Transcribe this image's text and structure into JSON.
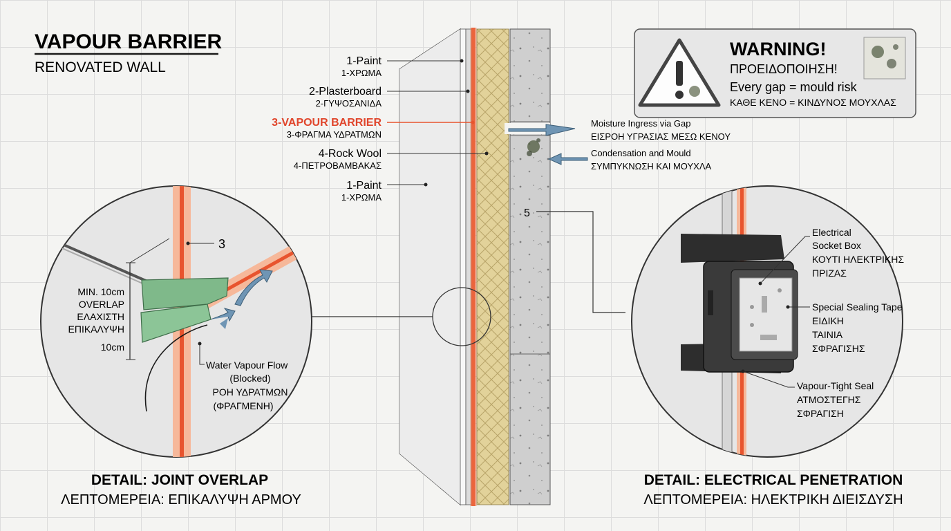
{
  "header": {
    "title": "VAPOUR BARRIER",
    "subtitle": "RENOVATED WALL"
  },
  "layers": [
    {
      "en": "1-Paint",
      "gr": "1-ΧΡΩΜΑ"
    },
    {
      "en": "2-Plasterboard",
      "gr": "2-ΓΥΨΟΣΑΝΙΔΑ"
    },
    {
      "en": "3-VAPOUR BARRIER",
      "gr": "3-ΦΡΑΓΜΑ ΥΔΡΑΤΜΩΝ"
    },
    {
      "en": "4-Rock Wool",
      "gr": "4-ΠΕΤΡΟΒΑΜΒΑΚΑΣ"
    },
    {
      "en": "1-Paint",
      "gr": "1-ΧΡΩΜΑ"
    }
  ],
  "callouts": {
    "ingress_en": "Moisture Ingress via Gap",
    "ingress_gr": "ΕΙΣΡΟΗ ΥΓΡΑΣΙΑΣ ΜΕΣΩ ΚΕΝΟΥ",
    "condensation_en": "Condensation and Mould",
    "condensation_gr": "ΣΥΜΠΥΚΝΩΣΗ ΚΑΙ ΜΟΥΧΛΑ",
    "marker5": "5"
  },
  "warning": {
    "title": "WARNING!",
    "title_gr": "ΠΡΟΕΙΔΟΠΟΙΗΣΗ!",
    "line_en": "Every gap = mould risk",
    "line_gr": "ΚΑΘΕ ΚΕΝΟ = ΚΙΝΔΥΝΟΣ ΜΟΥΧΛΑΣ"
  },
  "detail_left": {
    "marker3": "3",
    "overlap": [
      "MIN. 10cm",
      "OVERLAP",
      "ΕΛΑΧΙΣΤΗ",
      "ΕΠΙΚΑΛΥΨΗ",
      "10cm"
    ],
    "flow": [
      "Water Vapour Flow",
      "(Blocked)",
      "ΡΟΗ ΥΔΡΑΤΜΩΝ",
      "(ΦΡΑΓΜΕΝΗ)"
    ],
    "caption": "DETAIL: JOINT OVERLAP",
    "caption_gr": "ΛΕΠΤΟΜΕΡΕΙΑ: ΕΠΙΚΑΛΥΨΗ ΑΡΜΟΥ"
  },
  "detail_right": {
    "socket": [
      "Electrical",
      "Socket Box",
      "ΚΟΥΤΙ ΗΛΕΚΤΡΙΚΗΣ",
      "ΠΡΙΖΑΣ"
    ],
    "tape": [
      "Special Sealing Tape",
      "ΕΙΔΙΚΗ",
      "ΤΑΙΝΙΑ",
      "ΣΦΡΑΓΙΣΗΣ"
    ],
    "seal": [
      "Vapour-Tight Seal",
      "ΑΤΜΟΣΤΕΓΗΣ",
      "ΣΦΡΑΓΙΣΗ"
    ],
    "caption": "DETAIL: ELECTRICAL PENETRATION",
    "caption_gr": "ΛΕΠΤΟΜΕΡΕΙΑ: ΗΛΕΚΤΡΙΚΗ ΔΙΕΙΣΔΥΣΗ"
  },
  "colors": {
    "barrier": "#e8542e",
    "tape": "#7fb98a",
    "rockwool": "#e2d29a",
    "concrete": "#c9c9c9",
    "arrow": "#5a7f9a"
  }
}
